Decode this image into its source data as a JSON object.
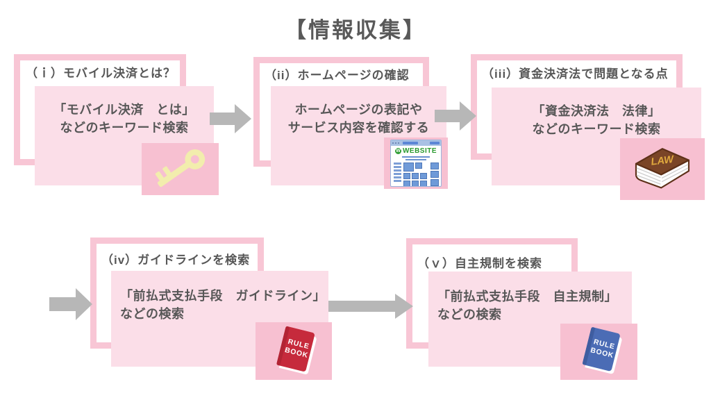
{
  "title": "【情報収集】",
  "colors": {
    "box_border_pink": "#f8c6d5",
    "box_fill_pink": "#fbdee8",
    "icon_box_pink": "#f7c0d1",
    "text_gray": "#575757",
    "arrow_gray": "#b7b7b7",
    "key_yellow": "#f2edad",
    "law_book_brown": "#7a4527",
    "rule_book_red": "#c62a3c",
    "rule_book_blue": "#4b6cb5",
    "website_green": "#27992c"
  },
  "steps": [
    {
      "header": "（ｉ）モバイル決済とは？",
      "body_line1": "「モバイル決済　とは」",
      "body_line2": "などのキーワード検索",
      "icon": "key-icon"
    },
    {
      "header": "（ii）ホームページの確認",
      "body_line1": "ホームページの表記や",
      "body_line2": "サービス内容を確認する",
      "icon": "website-icon"
    },
    {
      "header": "（iii）資金決済法で問題となる点",
      "body_line1": "「資金決済法　法律」",
      "body_line2": "などのキーワード検索",
      "icon": "law-book-icon"
    },
    {
      "header": "（iv）ガイドラインを検索",
      "body_line1": "「前払式支払手段　ガイドライン」",
      "body_line2": "などの検索",
      "icon": "rule-book-red-icon"
    },
    {
      "header": "（ｖ）自主規制を検索",
      "body_line1": "「前払式支払手段　自主規制」",
      "body_line2": "などの検索",
      "icon": "rule-book-blue-icon"
    }
  ],
  "icons": {
    "website_badge": "W",
    "website_label": "WEBSITE",
    "law_label": "LAW",
    "rule_label_line1": "RULE",
    "rule_label_line2": "BOOK"
  }
}
